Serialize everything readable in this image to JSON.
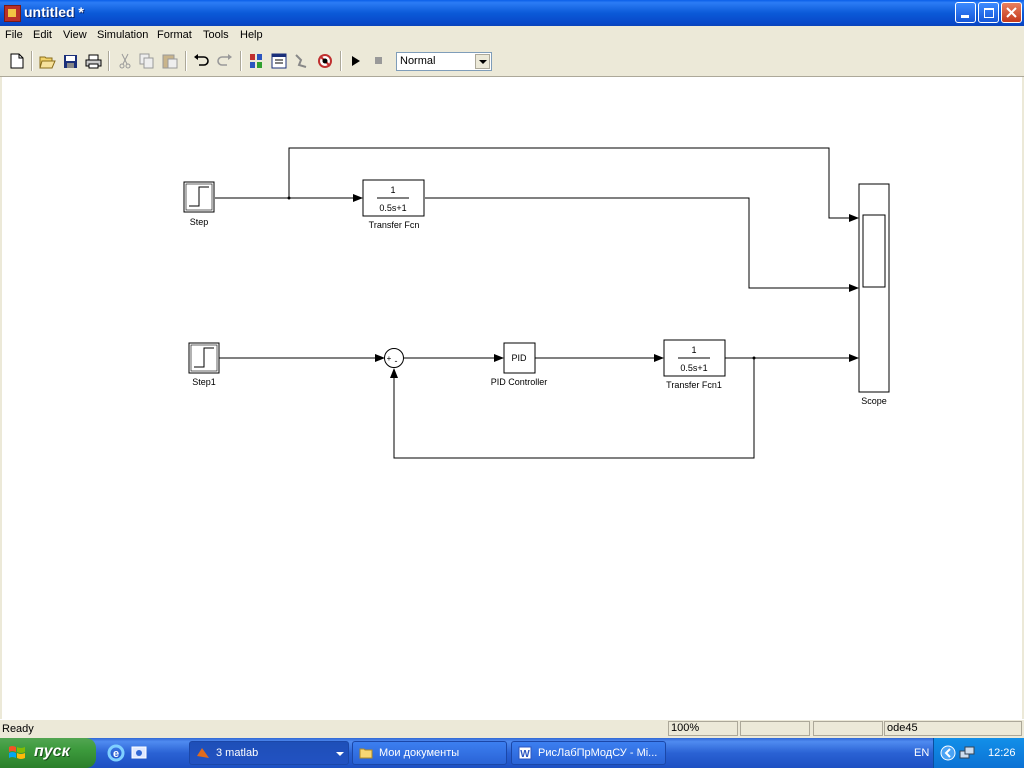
{
  "window": {
    "title": "untitled *"
  },
  "menu": [
    "File",
    "Edit",
    "View",
    "Simulation",
    "Format",
    "Tools",
    "Help"
  ],
  "toolbar": {
    "buttons": [
      "new-icon",
      "open-icon",
      "save-icon",
      "print-icon",
      "cut-icon",
      "copy-icon",
      "paste-icon",
      "undo-icon",
      "redo-icon",
      "library-icon",
      "model-explorer-icon",
      "connect-icon",
      "debug-icon",
      "play-icon",
      "stop-icon"
    ],
    "sim_mode": "Normal"
  },
  "diagram": {
    "blocks": {
      "step": {
        "label": "Step"
      },
      "tf": {
        "label": "Transfer Fcn",
        "num": "1",
        "den": "0.5s+1"
      },
      "step1": {
        "label": "Step1"
      },
      "pid": {
        "label": "PID Controller",
        "text": "PID"
      },
      "tf1": {
        "label": "Transfer Fcn1",
        "num": "1",
        "den": "0.5s+1"
      },
      "scope": {
        "label": "Scope"
      },
      "sum": {
        "plus": "+",
        "minus": "-"
      }
    }
  },
  "status": {
    "text": "Ready",
    "zoom": "100%",
    "solver": "ode45"
  },
  "taskbar": {
    "start": "пуск",
    "tasks": [
      "3 matlab",
      "Мои документы",
      "РисЛабПрМодСУ - Mi..."
    ],
    "lang": "EN",
    "clock": "12:26"
  },
  "colors": {
    "titlebar": "#0a5fe8",
    "face": "#ece9d8",
    "start": "#3c9a3c",
    "tray": "#0c72d4"
  }
}
